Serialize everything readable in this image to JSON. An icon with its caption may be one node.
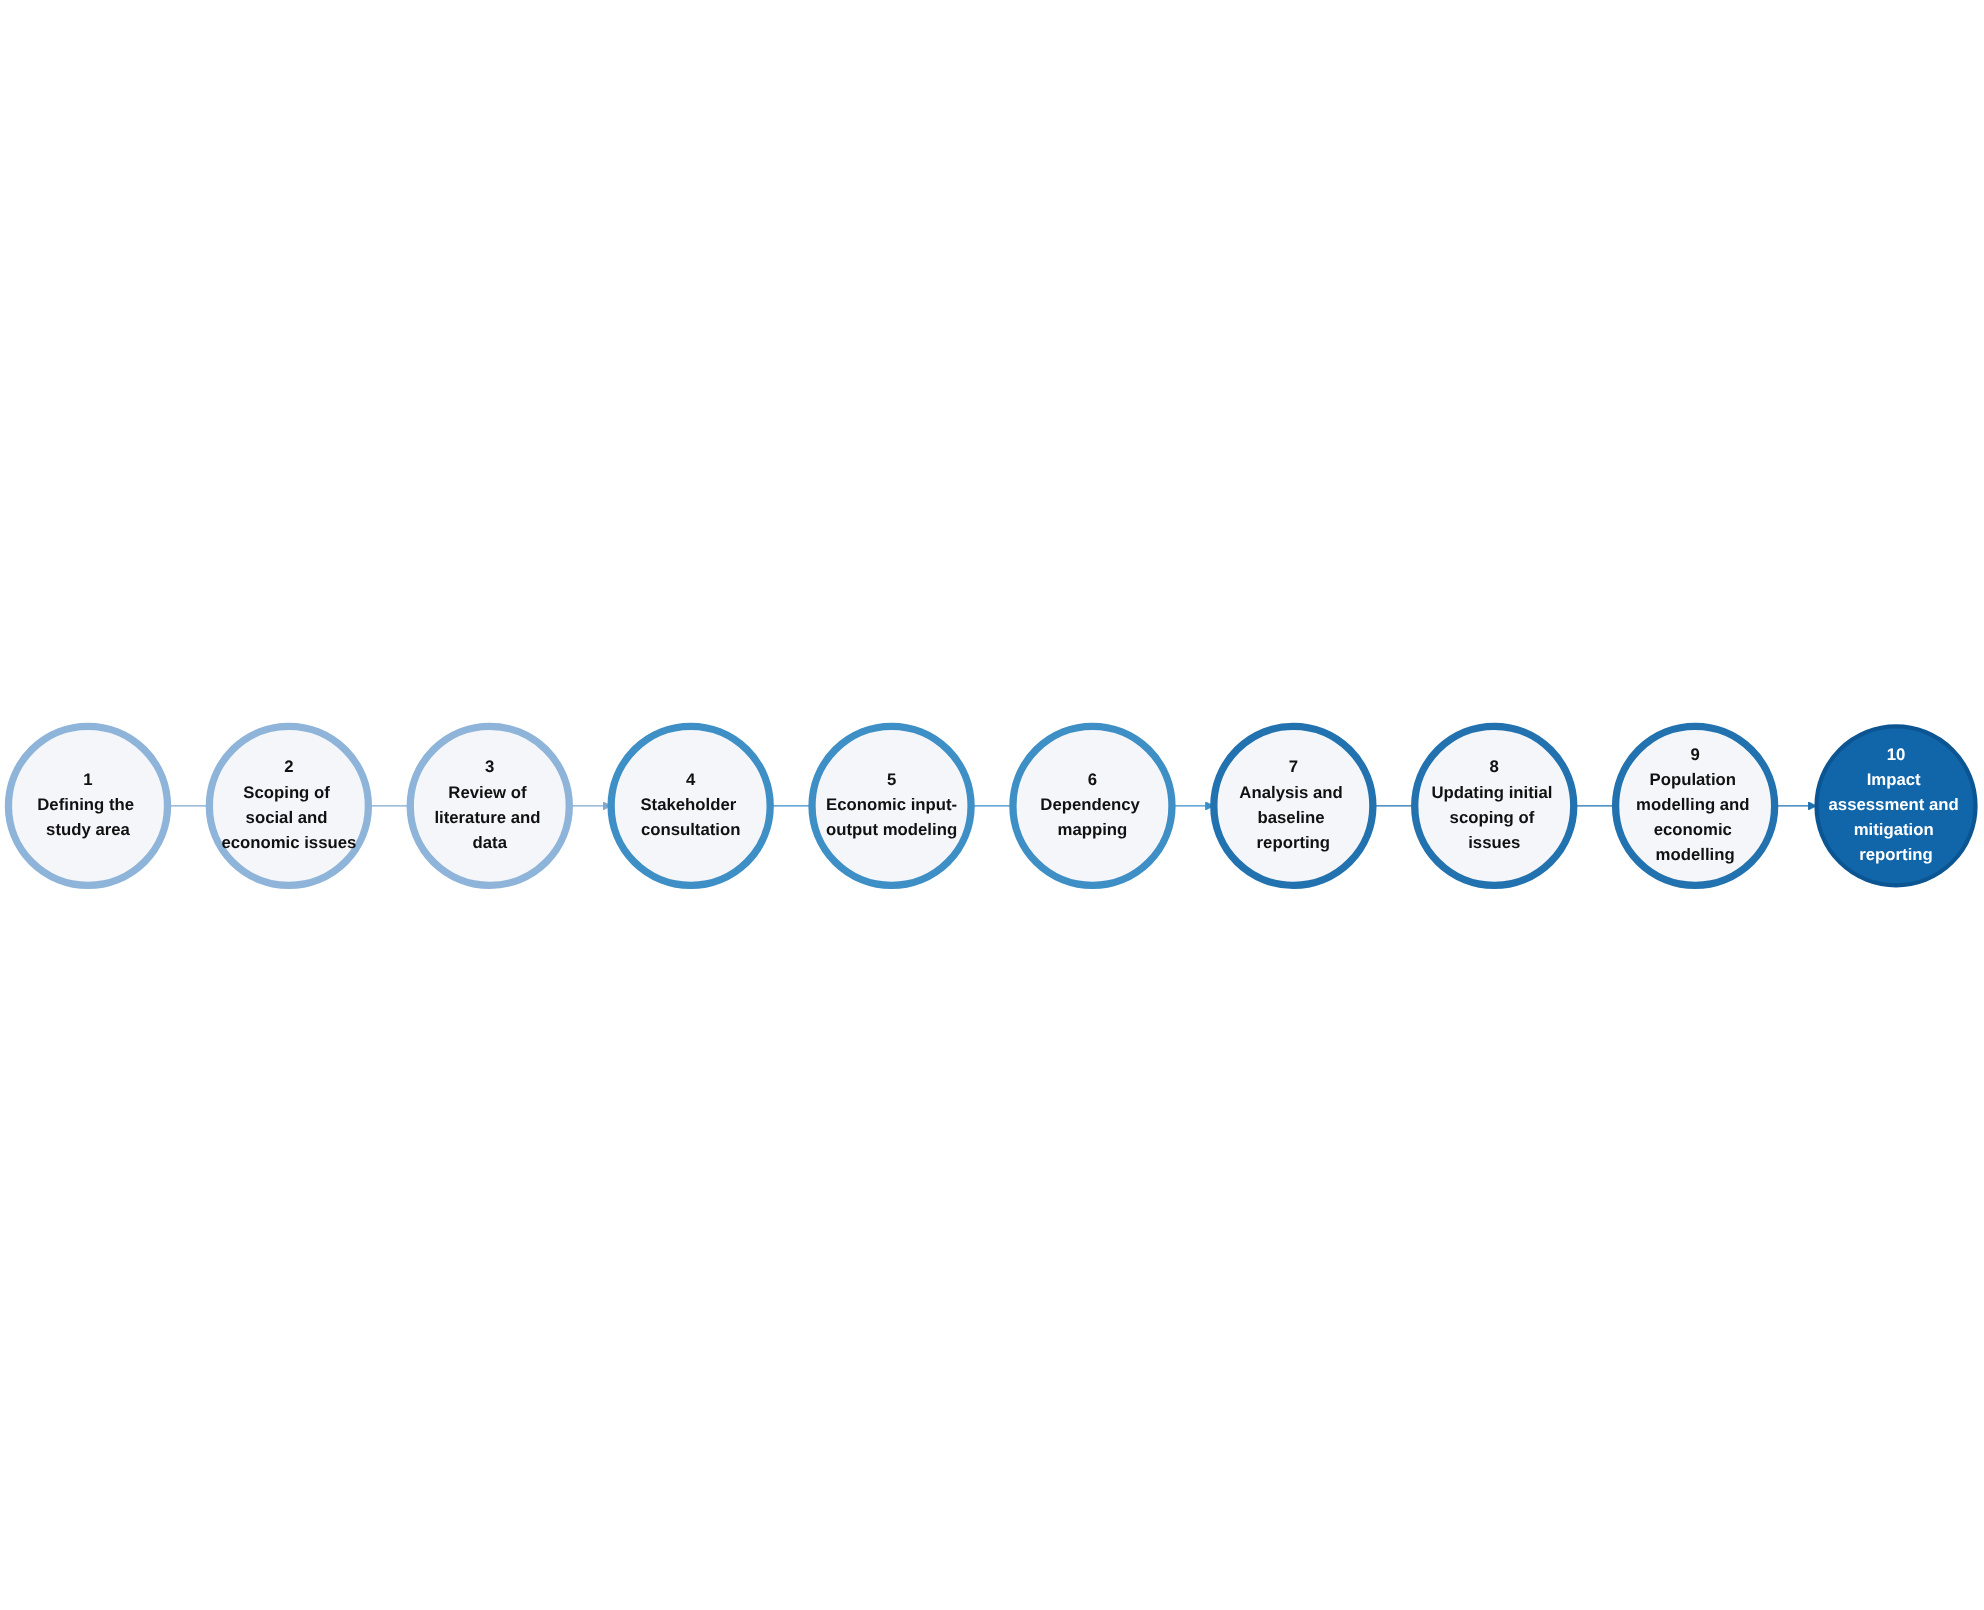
{
  "diagram": {
    "nodes": [
      {
        "text": [
          "1",
          "Defining the study area"
        ]
      },
      {
        "text": [
          "2",
          "Scoping of social and economic issues"
        ]
      },
      {
        "text": [
          "3",
          "Review of literature and data"
        ]
      },
      {
        "text": [
          "4",
          "Stakeholder consultation"
        ]
      },
      {
        "text": [
          "5",
          "Economic input-output modeling"
        ]
      },
      {
        "text": [
          "6",
          "Dependency mapping"
        ]
      },
      {
        "text": [
          "7",
          "Analysis and baseline reporting"
        ]
      },
      {
        "text": [
          "8",
          "Updating initial scoping of issues"
        ]
      },
      {
        "text": [
          "9",
          "Population modelling and economic modelling"
        ]
      },
      {
        "text": [
          "10",
          "Impact assessment and mitigation reporting"
        ]
      }
    ],
    "edges": [
      {
        "from": 0,
        "to": 1,
        "arrow": "none",
        "color": "#7fa8cf"
      },
      {
        "from": 1,
        "to": 2,
        "arrow": "none",
        "color": "#7fa8cf"
      },
      {
        "from": 2,
        "to": 3,
        "arrow": "to",
        "color": "#7fa8cf"
      },
      {
        "from": 3,
        "to": 4,
        "arrow": "none",
        "color": "#3a8ec8"
      },
      {
        "from": 4,
        "to": 5,
        "arrow": "none",
        "color": "#3a8ec8"
      },
      {
        "from": 5,
        "to": 6,
        "arrow": "to",
        "color": "#3a8ec8"
      },
      {
        "from": 6,
        "to": 7,
        "arrow": "none",
        "color": "#1d6fb0"
      },
      {
        "from": 7,
        "to": 8,
        "arrow": "none",
        "color": "#1d6fb0"
      },
      {
        "from": 8,
        "to": 9,
        "arrow": "to",
        "color": "#1d6fb0"
      }
    ]
  }
}
